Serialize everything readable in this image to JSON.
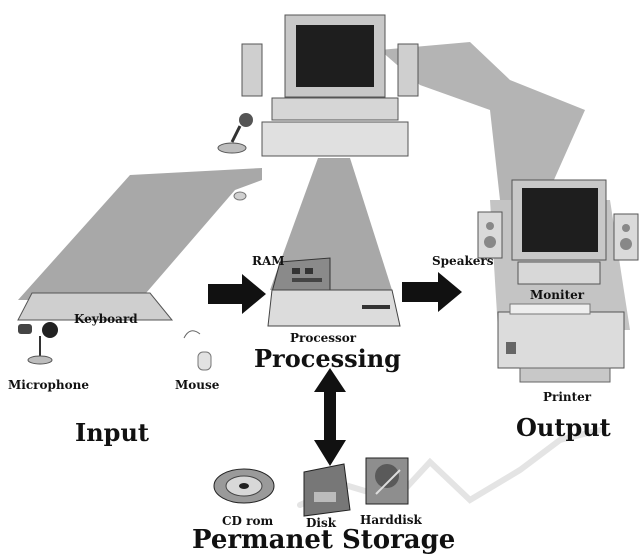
{
  "labels": {
    "ram": "RAM",
    "speakers": "Speakers",
    "keyboard": "Keyboard",
    "moniter": "Moniter",
    "processor": "Processor",
    "processing": "Processing",
    "microphone": "Microphone",
    "mouse": "Mouse",
    "printer": "Printer",
    "input": "Input",
    "output": "Output",
    "cd_rom": "CD rom",
    "disk": "Disk",
    "harddisk": "Harddisk",
    "permanent_storage": "Permanet Storage"
  },
  "icons": [
    "computer-icon",
    "monitor-icon",
    "speaker-icon",
    "microphone-icon",
    "keyboard-icon",
    "mouse-icon",
    "ram-icon",
    "processor-icon",
    "printer-icon",
    "cd-icon",
    "floppy-disk-icon",
    "harddisk-icon",
    "arrow-right-icon",
    "arrow-bidirectional-icon"
  ],
  "colors": {
    "background": "#ffffff",
    "path_gray": "#a8a8a8",
    "device_gray": "#d6d6d6",
    "dark": "#111111",
    "screen": "#1e1e1e"
  }
}
